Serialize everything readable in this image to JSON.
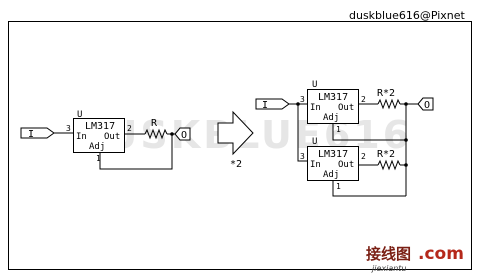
{
  "watermark": {
    "author": "duskblue616@Pixnet",
    "overlay_text": "DUSKBLUE616",
    "logo_text": "接线图",
    "logo_suffix": ".com",
    "logo_subtext": "jiexiantu"
  },
  "left_circuit": {
    "chip_title": "LM317",
    "chip_ref": "U",
    "pin_in_label": "In",
    "pin_out_label": "Out",
    "pin_adj_label": "Adj",
    "pin_in_num": "3",
    "pin_out_num": "2",
    "pin_adj_num": "1",
    "resistor_label": "R",
    "input_port": "I",
    "output_port": "O"
  },
  "arrow_label": "*2",
  "right_circuit": {
    "top": {
      "chip_title": "LM317",
      "chip_ref": "U",
      "pin_in_label": "In",
      "pin_out_label": "Out",
      "pin_adj_label": "Adj",
      "pin_in_num": "3",
      "pin_out_num": "2",
      "pin_adj_num": "1",
      "resistor_label": "R*2"
    },
    "bottom": {
      "chip_title": "LM317",
      "chip_ref": "U",
      "pin_in_label": "In",
      "pin_out_label": "Out",
      "pin_adj_label": "Adj",
      "pin_in_num": "3",
      "pin_out_num": "2",
      "pin_adj_num": "1",
      "resistor_label": "R*2"
    },
    "input_port": "I",
    "output_port": "O"
  }
}
